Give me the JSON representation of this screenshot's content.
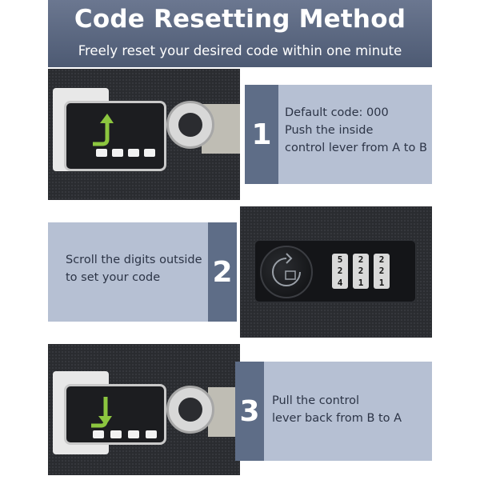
{
  "header": {
    "title": "Code Resetting Method",
    "subtitle": "Freely reset your desired code within one minute"
  },
  "steps": [
    {
      "number": "1",
      "lines": [
        "Default code: 000",
        "Push the inside",
        "control lever from A to B"
      ]
    },
    {
      "number": "2",
      "lines": [
        "Scroll the digits outside",
        "to set your code"
      ]
    },
    {
      "number": "3",
      "lines": [
        "Pull the control",
        "lever back from B to A"
      ]
    }
  ],
  "wheels": [
    {
      "top": "5",
      "middle": "2",
      "bottom": "4"
    },
    {
      "top": "2",
      "middle": "2",
      "bottom": "1"
    },
    {
      "top": "2",
      "middle": "2",
      "bottom": "1"
    }
  ],
  "colors": {
    "header": "#5b6780",
    "panel": "#b6c0d3",
    "number_box": "#5e6d87",
    "arrow": "#8cc63f"
  },
  "icons": [
    "up-arrow-icon",
    "down-arrow-icon",
    "rotate-icon"
  ]
}
